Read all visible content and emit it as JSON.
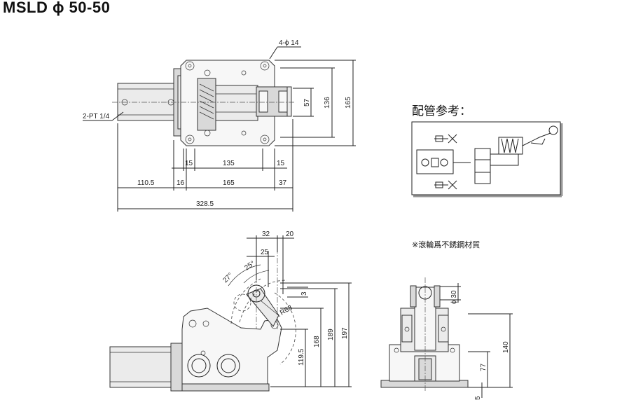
{
  "title": "MSLD ϕ 50-50",
  "top_view": {
    "hole_callout": "4-ϕ 14",
    "port_callout": "2-PT 1/4",
    "dims_right": [
      "57",
      "136",
      "165"
    ],
    "dims_row1": [
      "15",
      "135",
      "15"
    ],
    "dims_row2": [
      "110.5",
      "16",
      "165",
      "37"
    ],
    "dims_total": "328.5"
  },
  "piping": {
    "title": "配管参考："
  },
  "note": "※滾輪爲不銹鋼材質",
  "side_view": {
    "dims_top": [
      "32",
      "20",
      "25"
    ],
    "angles": [
      "27°",
      "25°"
    ],
    "radius": "R63",
    "small": "3",
    "heights": [
      "119.5",
      "168",
      "189",
      "197"
    ]
  },
  "front_view": {
    "roller_dia": "ϕ 30",
    "heights": [
      "140",
      "77",
      "5"
    ]
  }
}
